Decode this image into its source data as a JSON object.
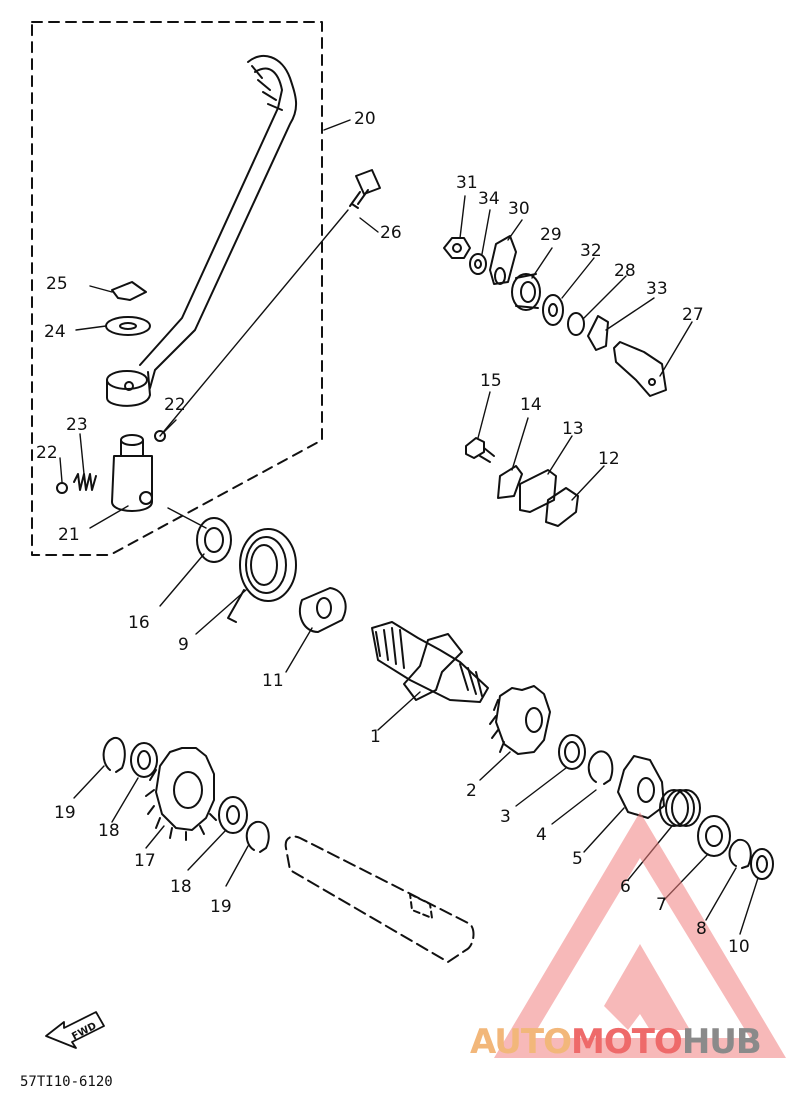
{
  "callouts": [
    "1",
    "2",
    "3",
    "4",
    "5",
    "6",
    "7",
    "8",
    "10",
    "9",
    "11",
    "12",
    "13",
    "14",
    "15",
    "16",
    "17",
    "18",
    "18",
    "19",
    "19",
    "20",
    "21",
    "22",
    "22",
    "23",
    "24",
    "25",
    "26",
    "27",
    "28",
    "29",
    "30",
    "31",
    "32",
    "33",
    "34"
  ],
  "drawing_code": "57TI10-6120",
  "fwd_label": "FWD",
  "watermark": {
    "part1": "AUTO",
    "part2": "MOTO",
    "part3": "HUB"
  },
  "colors": {
    "line": "#111111",
    "watermark_orange": "#f2b77a",
    "watermark_red": "#ee6a6a",
    "watermark_gray": "#8a8a8a"
  }
}
